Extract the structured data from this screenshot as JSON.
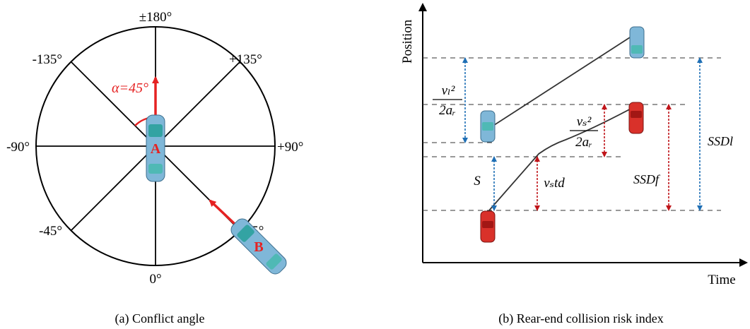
{
  "panel_a": {
    "angles": {
      "top": "±180°",
      "top_left": "-135°",
      "top_right": "+135°",
      "left": "-90°",
      "right": "+90°",
      "bottom_left": "-45°",
      "bottom_right": "+45°",
      "bottom": "0°"
    },
    "alpha_label": "α=45°",
    "vehicle_a": "A",
    "vehicle_b": "B",
    "caption": "(a)  Conflict angle"
  },
  "panel_b": {
    "y_axis": "Position",
    "x_axis": "Time",
    "labels": {
      "s": "S",
      "vs_td": "vₛtd",
      "ssd_f": "SSDf",
      "ssd_l": "SSDl"
    },
    "fraction_leader": {
      "numerator": "vₗ²",
      "denominator": "2aᵣ"
    },
    "fraction_follower": {
      "numerator": "vₛ²",
      "denominator": "2aᵣ"
    },
    "caption": "(b)  Rear-end collision risk index"
  },
  "colors": {
    "arrow_red": "#e52222",
    "arrow_blue": "#1f6fb5",
    "arrow_darkred": "#c0151a",
    "car_blue": "#7fb7d8",
    "car_red": "#d9312a"
  }
}
